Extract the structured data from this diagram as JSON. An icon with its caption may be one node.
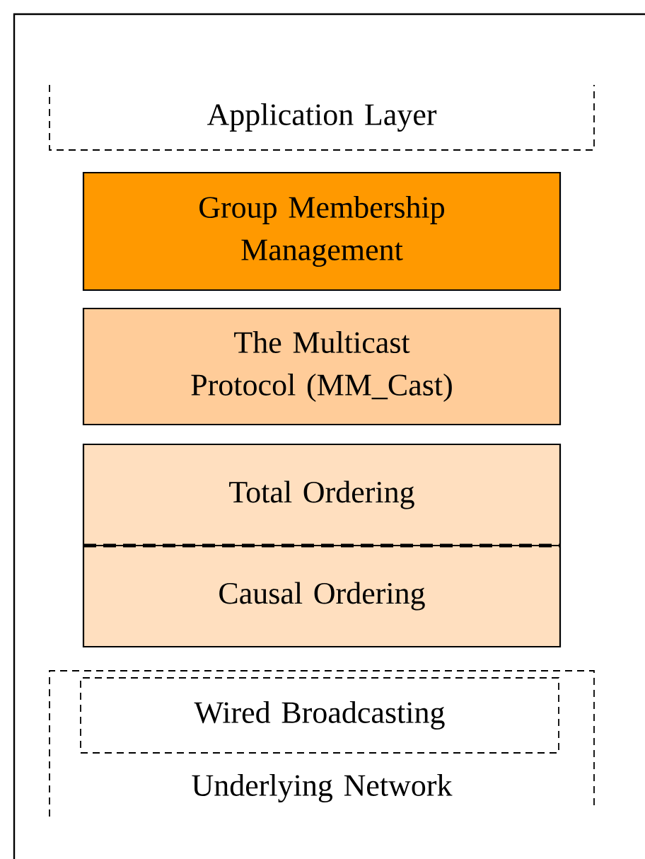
{
  "diagram": {
    "nodes": [
      {
        "text": [
          "Application Layer"
        ]
      },
      {
        "text": [
          "Group Membership Management"
        ]
      },
      {
        "text": [
          "The Multicast Protocol (MM_Cast)"
        ]
      },
      {
        "text": [
          "Total Ordering",
          "Causal Ordering"
        ]
      },
      {
        "text": [
          "Underlying Network"
        ]
      },
      {
        "text": [
          "Wired Broadcasting"
        ],
        "in": 4
      }
    ]
  }
}
